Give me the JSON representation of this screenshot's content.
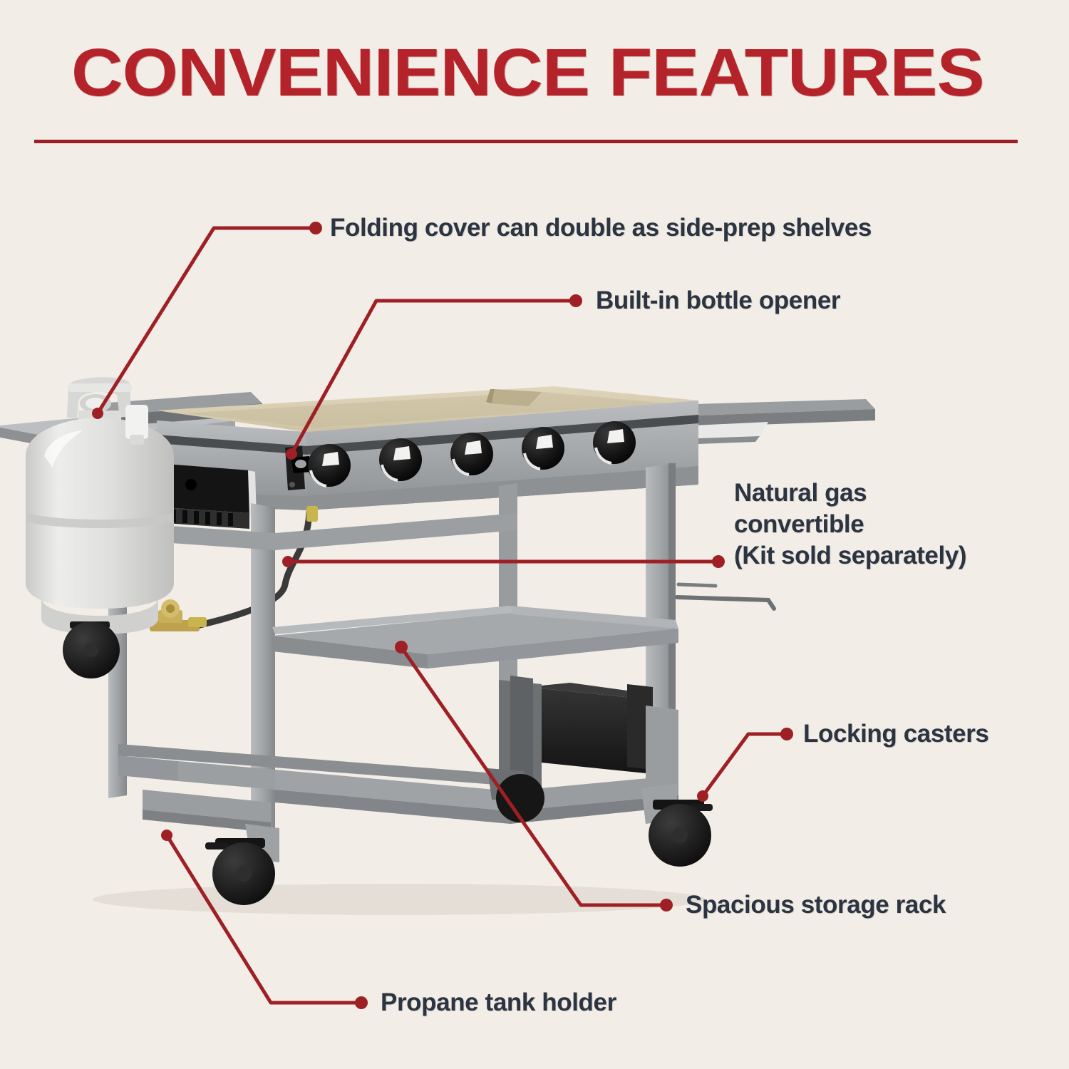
{
  "page": {
    "background_color": "#F2EDE7",
    "title": "CONVENIENCE FEATURES",
    "title_color": "#B5232A",
    "rule_color": "#9E2025",
    "label_color": "#2B3440",
    "leader_color": "#9E2025"
  },
  "callouts": [
    {
      "id": "folding-cover",
      "text": "Folding cover can double as side-prep shelves",
      "lines": [
        "Folding cover can double as side-prep shelves"
      ]
    },
    {
      "id": "bottle-opener",
      "text": "Built-in bottle opener",
      "lines": [
        "Built-in bottle opener"
      ]
    },
    {
      "id": "natural-gas",
      "text": "Natural gas convertible (Kit sold separately)",
      "lines": [
        "Natural gas",
        "convertible",
        "(Kit sold separately)"
      ]
    },
    {
      "id": "locking-casters",
      "text": "Locking casters",
      "lines": [
        "Locking casters"
      ]
    },
    {
      "id": "storage-rack",
      "text": "Spacious storage rack",
      "lines": [
        "Spacious storage rack"
      ]
    },
    {
      "id": "propane-holder",
      "text": "Propane tank holder",
      "lines": [
        "Propane tank holder"
      ]
    }
  ],
  "product": {
    "name": "5-burner outdoor gas griddle cart",
    "colors": {
      "cart_body": "#A8ABAD",
      "cart_body_dark": "#7E8184",
      "cart_shadow": "#5E6164",
      "griddle_top": "#D9CEB2",
      "knob_black": "#151515",
      "grease_bin": "#1E1E1E",
      "propane_tank": "#DEDEDC",
      "caster_black": "#121212",
      "brass": "#BFA24E"
    },
    "burner_knob_count": 5,
    "caster_count": 4
  }
}
